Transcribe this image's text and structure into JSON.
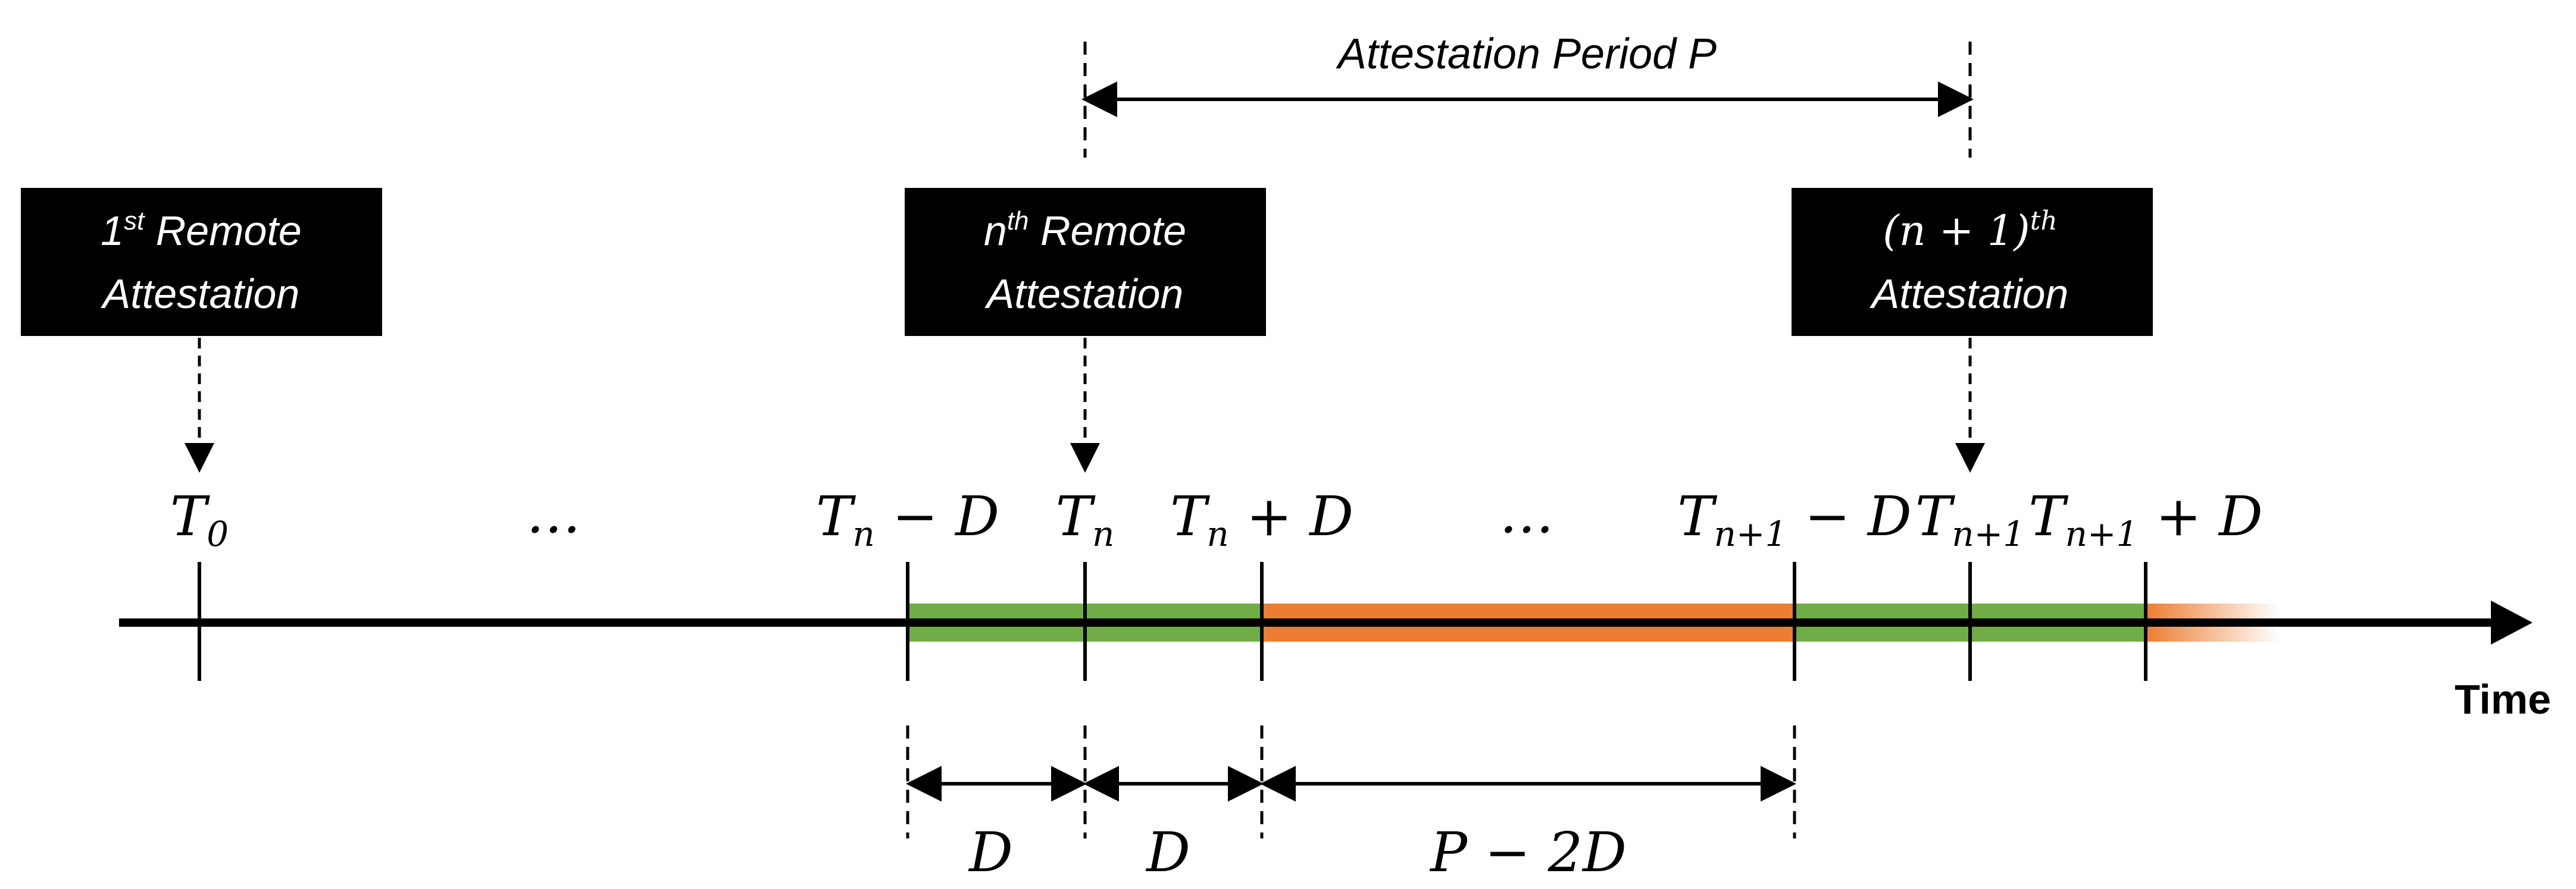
{
  "boxes": {
    "first": {
      "ord": "1",
      "sup": "st",
      "line1_rest": " Remote",
      "line2": "Attestation"
    },
    "nth": {
      "ord": "n",
      "sup": "th",
      "line1_rest": " Remote",
      "line2": "Attestation"
    },
    "n1": {
      "ord": "(n + 1)",
      "sup": "th",
      "line2": "Attestation"
    }
  },
  "period_label": "Attestation Period P",
  "time_label": "Time",
  "ticks": {
    "t0": {
      "base": "T",
      "sub": "0",
      "suffix": ""
    },
    "ellipsis1": "…",
    "tn_minus_d": {
      "base": "T",
      "sub": "n",
      "suffix": " − D"
    },
    "tn": {
      "base": "T",
      "sub": "n",
      "suffix": ""
    },
    "tn_plus_d": {
      "base": "T",
      "sub": "n",
      "suffix": " + D"
    },
    "ellipsis2": "…",
    "tn1_minus_d": {
      "base": "T",
      "sub": "n+1",
      "suffix": " − D"
    },
    "tn1": {
      "base": "T",
      "sub": "n+1",
      "suffix": ""
    },
    "tn1_plus_d": {
      "base": "T",
      "sub": "n+1",
      "suffix": " + D"
    }
  },
  "intervals": {
    "d1": "D",
    "d2": "D",
    "p2d": "P − 2D"
  },
  "colors": {
    "green": "#70ad47",
    "orange": "#ed7d31",
    "box": "#000000",
    "line": "#000000"
  }
}
